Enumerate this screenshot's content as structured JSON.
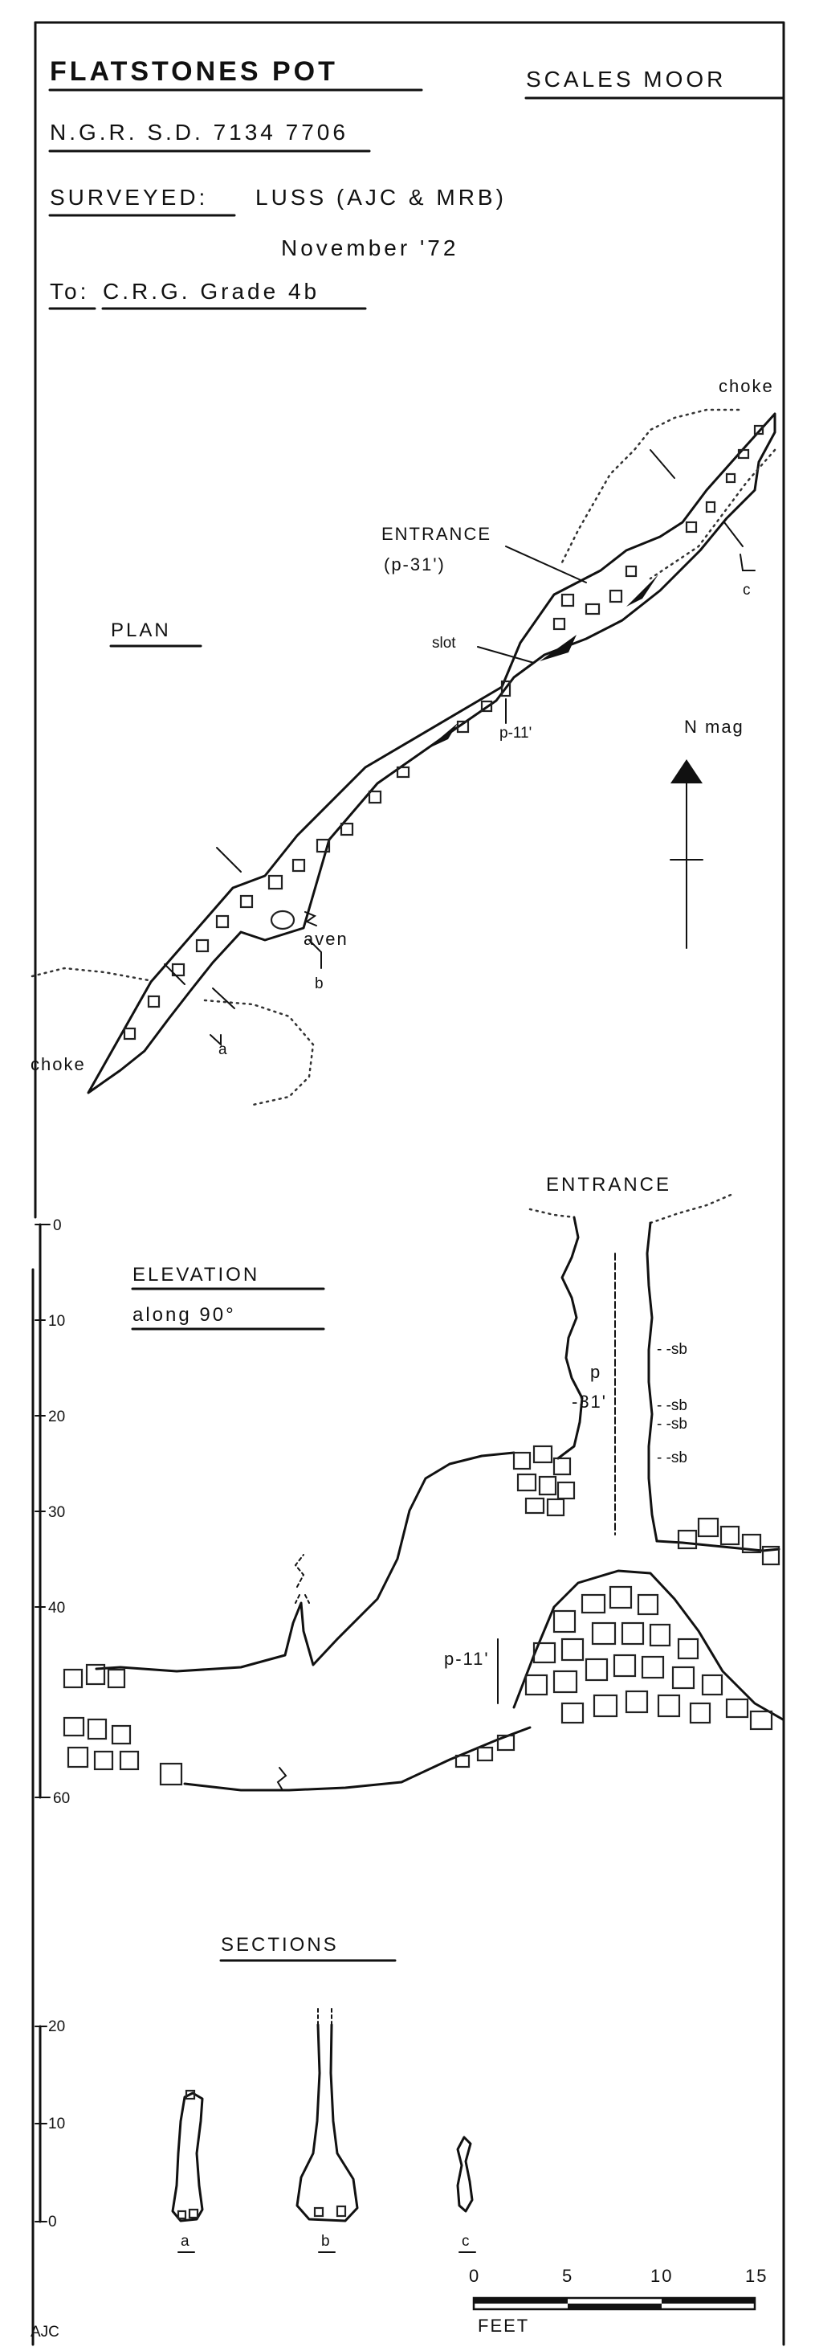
{
  "header": {
    "title": "FLATSTONES POT",
    "location": "SCALES MOOR",
    "ngr": "N.G.R. S.D.  7134  7706",
    "surveyed_label": "SURVEYED:",
    "surveyed_by": "LUSS (AJC & MRB)",
    "date": "November '72",
    "to_label": "To:",
    "to_grade": "C.R.G.  Grade 4b"
  },
  "plan": {
    "heading": "PLAN",
    "labels": {
      "choke_ne": "choke",
      "choke_sw": "choke",
      "entrance": "ENTRANCE",
      "entrance_pitch": "(p-31')",
      "slot": "slot",
      "pitch_11": "p-11'",
      "aven": "aven",
      "section_a": "a",
      "section_b": "b",
      "section_c": "c"
    },
    "north": "N mag"
  },
  "elevation": {
    "heading": "ELEVATION",
    "subheading": "along 90°",
    "entrance": "ENTRANCE",
    "pitch_31_p": "p",
    "pitch_31_val": "-31'",
    "pitch_11": "p-11'",
    "sb_labels": [
      "- -sb",
      "- -sb",
      "- -sb",
      "- -sb"
    ],
    "scale_ticks": [
      "0",
      "10",
      "20",
      "30",
      "40",
      "60"
    ]
  },
  "sections": {
    "heading": "SECTIONS",
    "scale_ticks": [
      "20",
      "10",
      "0"
    ],
    "labels": [
      "a",
      "b",
      "c"
    ]
  },
  "scale_bar": {
    "ticks": [
      "0",
      "5",
      "10",
      "15"
    ],
    "unit": "FEET"
  },
  "credit": "AJC"
}
